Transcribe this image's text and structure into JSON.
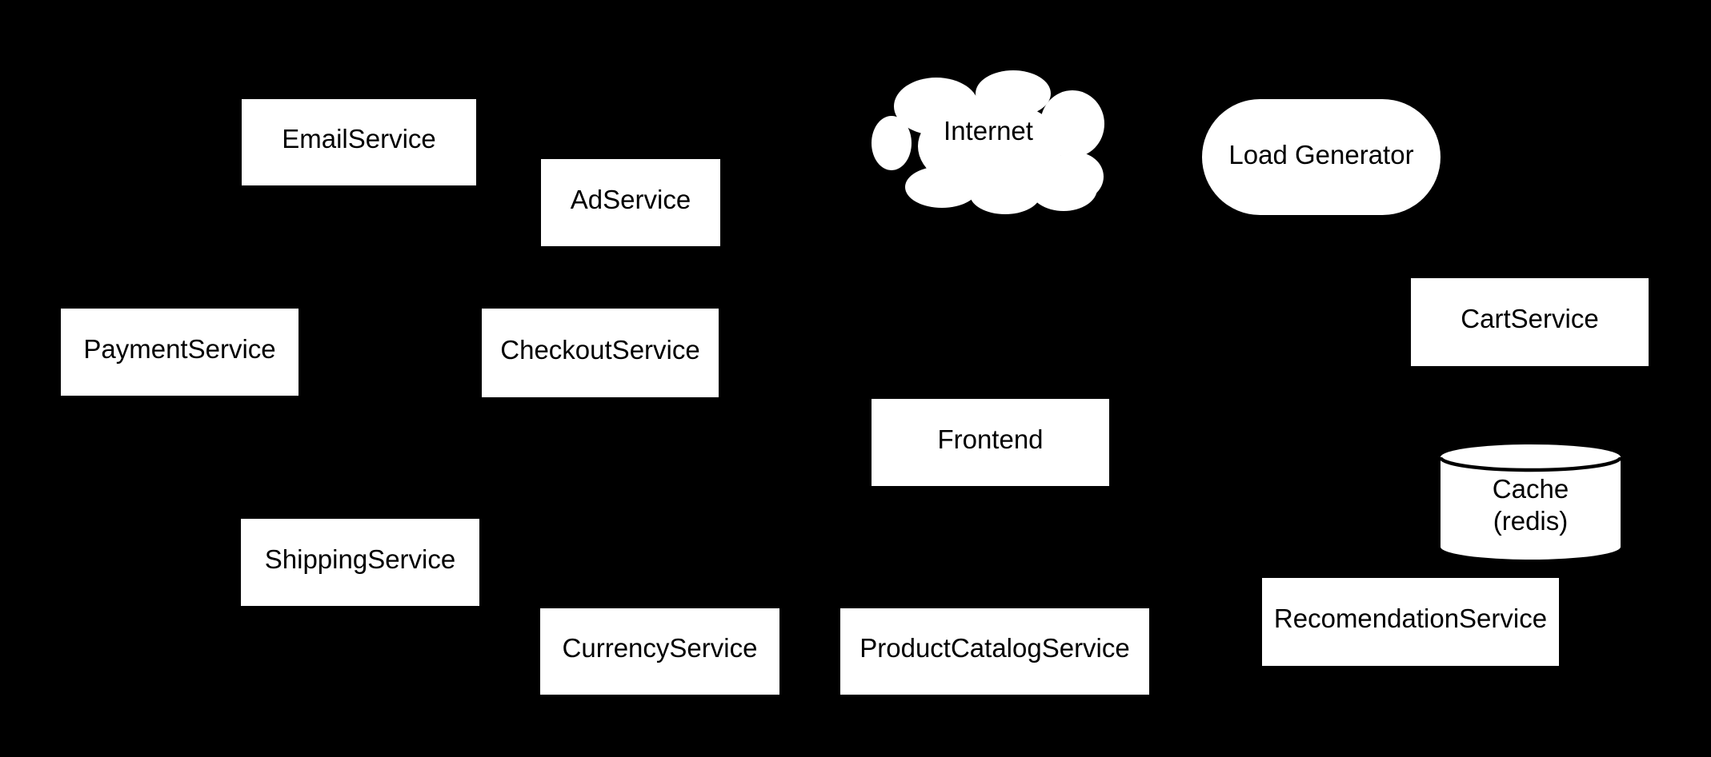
{
  "diagram": {
    "description": "Microservices architecture diagram: white nodes on black background, no visible connectors",
    "colors": {
      "background": "#000000",
      "node_fill": "#ffffff",
      "node_text": "#000000",
      "cylinder_rim_stroke": "#000000"
    },
    "nodes": {
      "email_service": {
        "label": "EmailService",
        "shape": "rectangle"
      },
      "ad_service": {
        "label": "AdService",
        "shape": "rectangle"
      },
      "internet": {
        "label": "Internet",
        "shape": "cloud"
      },
      "load_generator": {
        "label": "Load Generator",
        "shape": "stadium"
      },
      "payment_service": {
        "label": "PaymentService",
        "shape": "rectangle"
      },
      "checkout_service": {
        "label": "CheckoutService",
        "shape": "rectangle"
      },
      "cart_service": {
        "label": "CartService",
        "shape": "rectangle"
      },
      "frontend": {
        "label": "Frontend",
        "shape": "rectangle"
      },
      "cache": {
        "label_line1": "Cache",
        "label_line2": "(redis)",
        "shape": "cylinder"
      },
      "shipping_service": {
        "label": "ShippingService",
        "shape": "rectangle"
      },
      "recomendation_service": {
        "label": "RecomendationService",
        "shape": "rectangle"
      },
      "currency_service": {
        "label": "CurrencyService",
        "shape": "rectangle"
      },
      "product_catalog_service": {
        "label": "ProductCatalogService",
        "shape": "rectangle"
      }
    }
  }
}
